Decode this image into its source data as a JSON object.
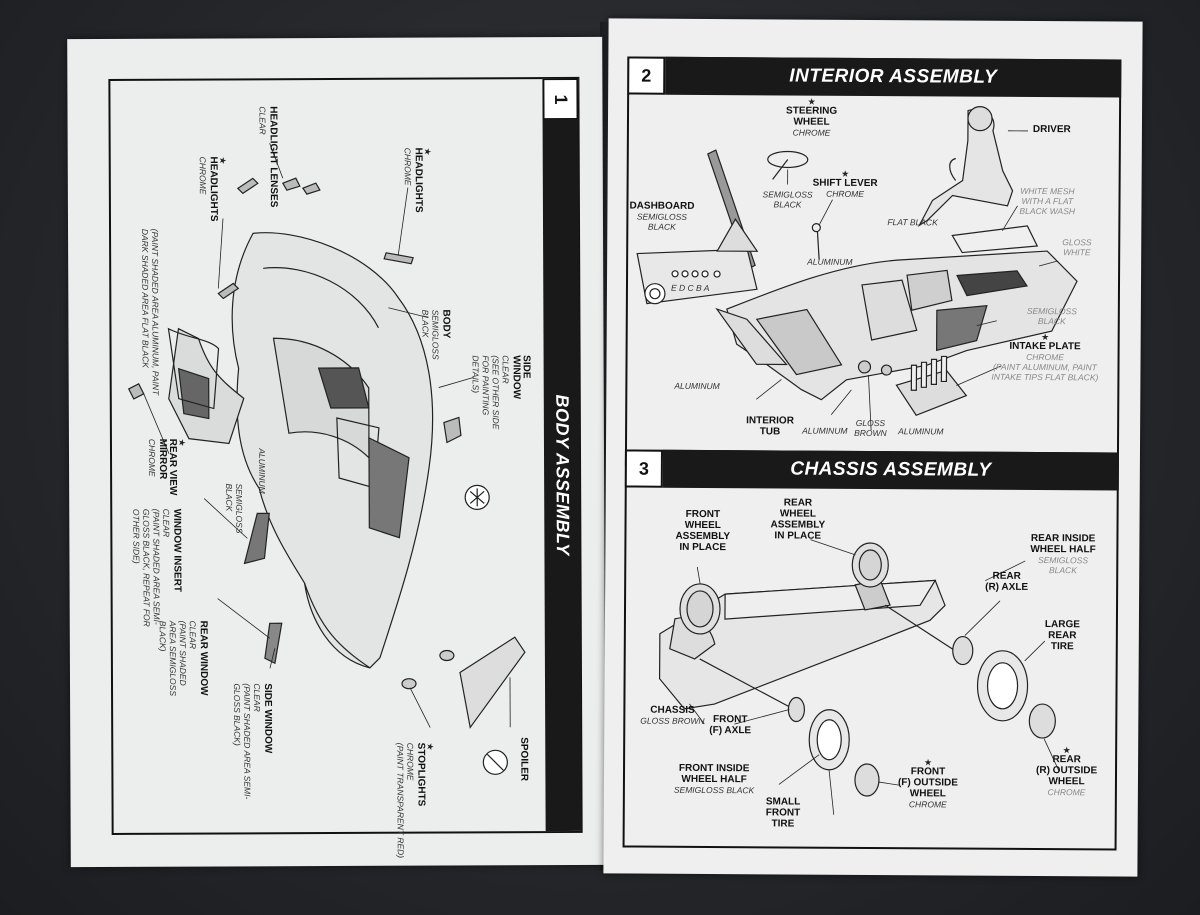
{
  "left_page": {
    "step_number": "1",
    "title": "BODY ASSEMBLY",
    "labels": {
      "headlight_lenses": {
        "name": "HEADLIGHT LENSES",
        "finish": "CLEAR"
      },
      "headlights_left": {
        "star": "★",
        "name": "HEADLIGHTS",
        "finish": "CHROME"
      },
      "headlights_right": {
        "star": "★",
        "name": "HEADLIGHTS",
        "finish": "CHROME"
      },
      "paint_note": {
        "line1": "(PAINT SHADED AREA ALUMINUM, PAINT",
        "line2": "DARK SHADED AREA FLAT BLACK"
      },
      "body": {
        "name": "BODY",
        "finish": "SEMIGLOSS",
        "finish2": "BLACK"
      },
      "side_window_top": {
        "name": "SIDE",
        "name2": "WINDOW",
        "finish": "CLEAR",
        "note1": "(SEE OTHER SIDE",
        "note2": "FOR PAINTING",
        "note3": "DETAILS)"
      },
      "aluminum": "ALUMINUM",
      "semigloss_black": {
        "line1": "SEMIGLOSS",
        "line2": "BLACK"
      },
      "rear_view_mirror": {
        "star": "★",
        "name": "REAR VIEW",
        "name2": "MIRROR",
        "finish": "CHROME"
      },
      "window_insert": {
        "name": "WINDOW INSERT",
        "finish": "CLEAR",
        "note1": "(PAINT SHADED AREA SEMI-",
        "note2": "GLOSS BLACK, REPEAT FOR",
        "note3": "OTHER SIDE)"
      },
      "rear_window": {
        "name": "REAR WINDOW",
        "finish": "CLEAR",
        "note1": "(PAINT SHADED",
        "note2": "AREA SEMIGLOSS",
        "note3": "BLACK)"
      },
      "side_window_bottom": {
        "name": "SIDE WINDOW",
        "finish": "CLEAR",
        "note1": "(PAINT SHADED AREA SEMI-",
        "note2": "GLOSS BLACK)"
      },
      "stoplights": {
        "star": "★",
        "name": "STOPLIGHTS",
        "finish": "CHROME",
        "note1": "(PAINT TRANSPARENT RED)"
      },
      "spoiler": {
        "name": "SPOILER"
      }
    }
  },
  "interior": {
    "step_number": "2",
    "title": "INTERIOR ASSEMBLY",
    "labels": {
      "steering_wheel": {
        "star": "★",
        "name": "STEERING",
        "name2": "WHEEL",
        "finish": "CHROME"
      },
      "driver": {
        "name": "DRIVER"
      },
      "dashboard": {
        "name": "DASHBOARD",
        "finish": "SEMIGLOSS",
        "finish2": "BLACK"
      },
      "semigloss_black_sw": {
        "line1": "SEMIGLOSS",
        "line2": "BLACK"
      },
      "shift_lever": {
        "star": "★",
        "name": "SHIFT LEVER",
        "finish": "CHROME"
      },
      "white_mesh": {
        "line1": "WHITE MESH",
        "line2": "WITH A FLAT",
        "line3": "BLACK WASH"
      },
      "flat_black": "FLAT BLACK",
      "gloss_white": {
        "line1": "GLOSS",
        "line2": "WHITE"
      },
      "aluminum_center": "ALUMINUM",
      "gauge_letters": "E D C B   A",
      "semigloss_black_right": {
        "line1": "SEMIGLOSS",
        "line2": "BLACK"
      },
      "intake_plate": {
        "star": "★",
        "name": "INTAKE PLATE",
        "finish": "CHROME",
        "note1": "(PAINT ALUMINUM, PAINT",
        "note2": "INTAKE TIPS FLAT BLACK)"
      },
      "aluminum_left": "ALUMINUM",
      "interior_tub": {
        "name": "INTERIOR",
        "name2": "TUB"
      },
      "aluminum_tub": "ALUMINUM",
      "gloss_brown": {
        "line1": "GLOSS",
        "line2": "BROWN"
      },
      "aluminum_plate": "ALUMINUM"
    }
  },
  "chassis": {
    "step_number": "3",
    "title": "CHASSIS ASSEMBLY",
    "labels": {
      "front_wheel_assembly": {
        "line1": "FRONT",
        "line2": "WHEEL",
        "line3": "ASSEMBLY",
        "line4": "IN PLACE"
      },
      "rear_wheel_assembly": {
        "line1": "REAR",
        "line2": "WHEEL",
        "line3": "ASSEMBLY",
        "line4": "IN PLACE"
      },
      "rear_inside_wheel_half": {
        "line1": "REAR INSIDE",
        "line2": "WHEEL HALF",
        "finish": "SEMIGLOSS",
        "finish2": "BLACK"
      },
      "rear_axle": {
        "line1": "REAR",
        "line2": "(R) AXLE"
      },
      "large_rear_tire": {
        "line1": "LARGE",
        "line2": "REAR",
        "line3": "TIRE"
      },
      "chassis": {
        "name": "CHASSIS",
        "finish": "GLOSS BROWN"
      },
      "front_axle": {
        "line1": "FRONT",
        "line2": "(F) AXLE"
      },
      "front_inside_wheel_half": {
        "line1": "FRONT INSIDE",
        "line2": "WHEEL HALF",
        "finish": "SEMIGLOSS BLACK"
      },
      "small_front_tire": {
        "line1": "SMALL",
        "line2": "FRONT",
        "line3": "TIRE"
      },
      "front_outside_wheel": {
        "star": "★",
        "line1": "FRONT",
        "line2": "(F) OUTSIDE",
        "line3": "WHEEL",
        "finish": "CHROME"
      },
      "rear_outside_wheel": {
        "star": "★",
        "line1": "REAR",
        "line2": "(R) OUTSIDE",
        "line3": "WHEEL",
        "finish": "CHROME"
      }
    }
  },
  "colors": {
    "background": "#24262a",
    "paper": "#eceeee",
    "ink": "#111111",
    "title_bar": "#191919"
  }
}
